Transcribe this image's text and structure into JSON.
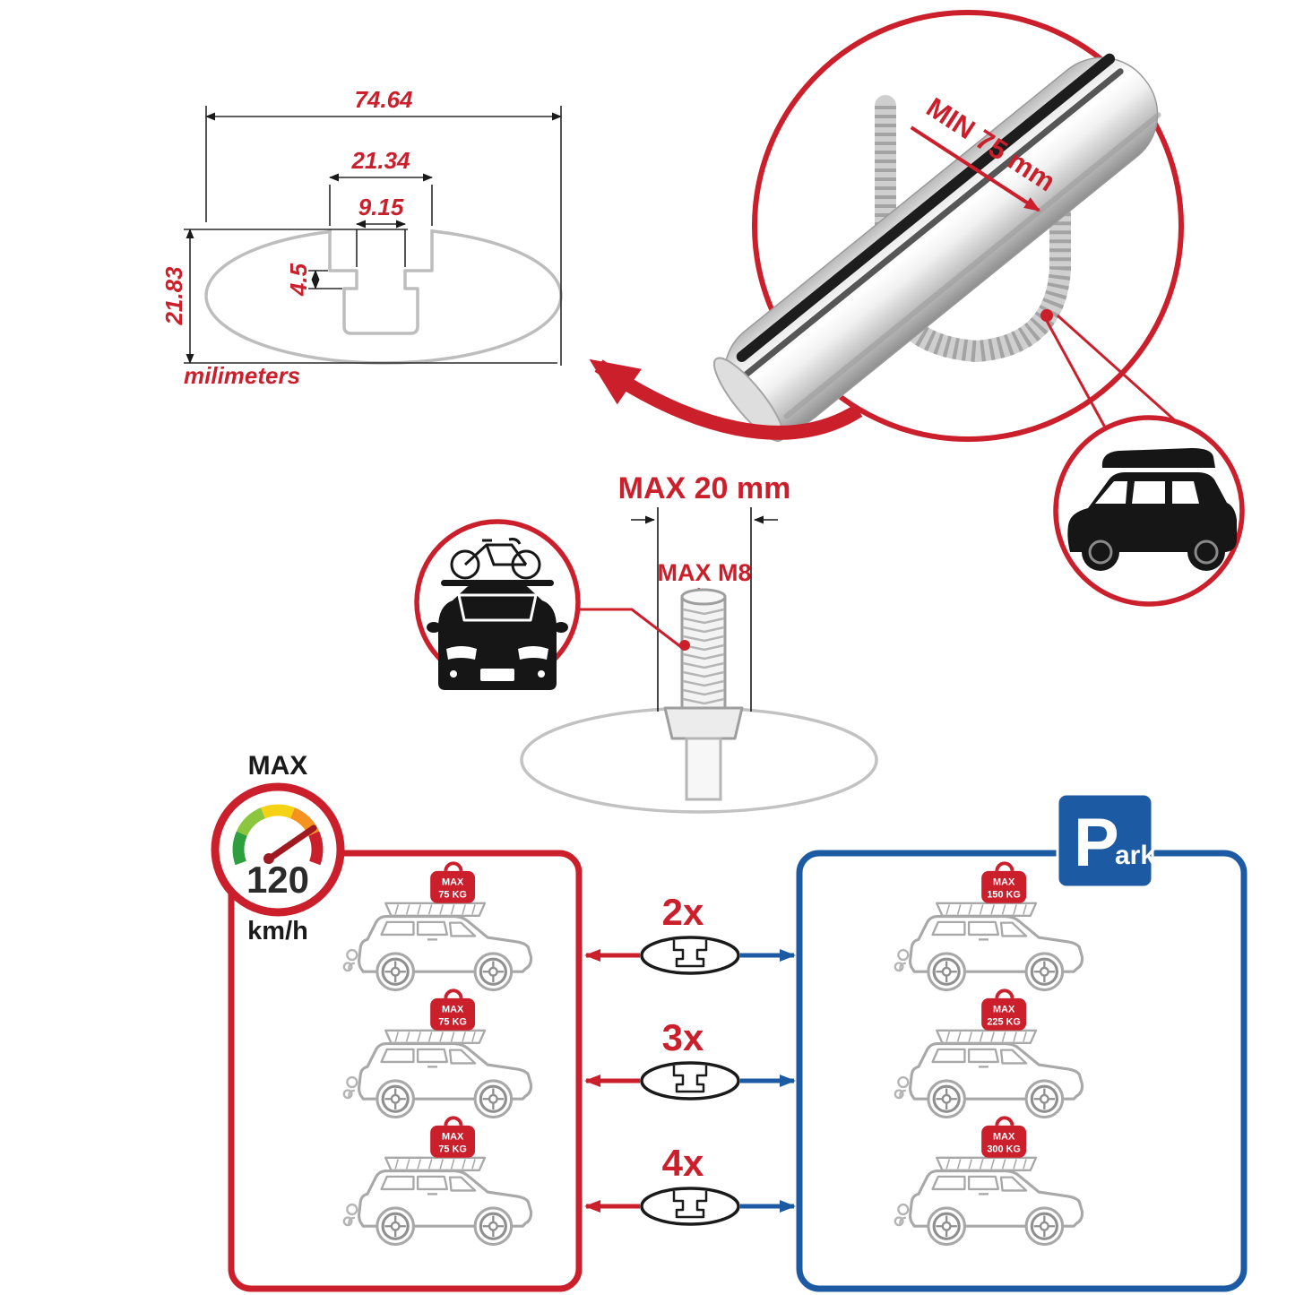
{
  "colors": {
    "red": "#cb1f2c",
    "blue": "#1c5ba3",
    "drawing_gray": "#bdbdbd",
    "car_gray": "#a8a8a8",
    "black": "#1a1a1a"
  },
  "cross_section": {
    "dim_total_width": "74.64",
    "dim_channel_width": "21.34",
    "dim_slot_width": "9.15",
    "dim_slot_depth": "4.5",
    "dim_height": "21.83",
    "units": "milimeters"
  },
  "bar_callout": {
    "min_label": "MIN 75 mm"
  },
  "bolt_callout": {
    "max_length": "MAX 20 mm",
    "max_thread": "MAX M8"
  },
  "speedometer": {
    "title": "MAX",
    "value": "120",
    "unit": "km/h"
  },
  "left_panel": {
    "cars": [
      {
        "tag_line1": "MAX",
        "tag_line2": "75 KG"
      },
      {
        "tag_line1": "MAX",
        "tag_line2": "75 KG"
      },
      {
        "tag_line1": "MAX",
        "tag_line2": "75 KG"
      }
    ]
  },
  "crossbar_counts": [
    {
      "label": "2x"
    },
    {
      "label": "3x"
    },
    {
      "label": "4x"
    }
  ],
  "right_panel": {
    "cars": [
      {
        "tag_line1": "MAX",
        "tag_line2": "150 KG"
      },
      {
        "tag_line1": "MAX",
        "tag_line2": "225 KG"
      },
      {
        "tag_line1": "MAX",
        "tag_line2": "300 KG"
      }
    ]
  },
  "parking_sign": {
    "letter": "P",
    "suffix": "ark"
  }
}
